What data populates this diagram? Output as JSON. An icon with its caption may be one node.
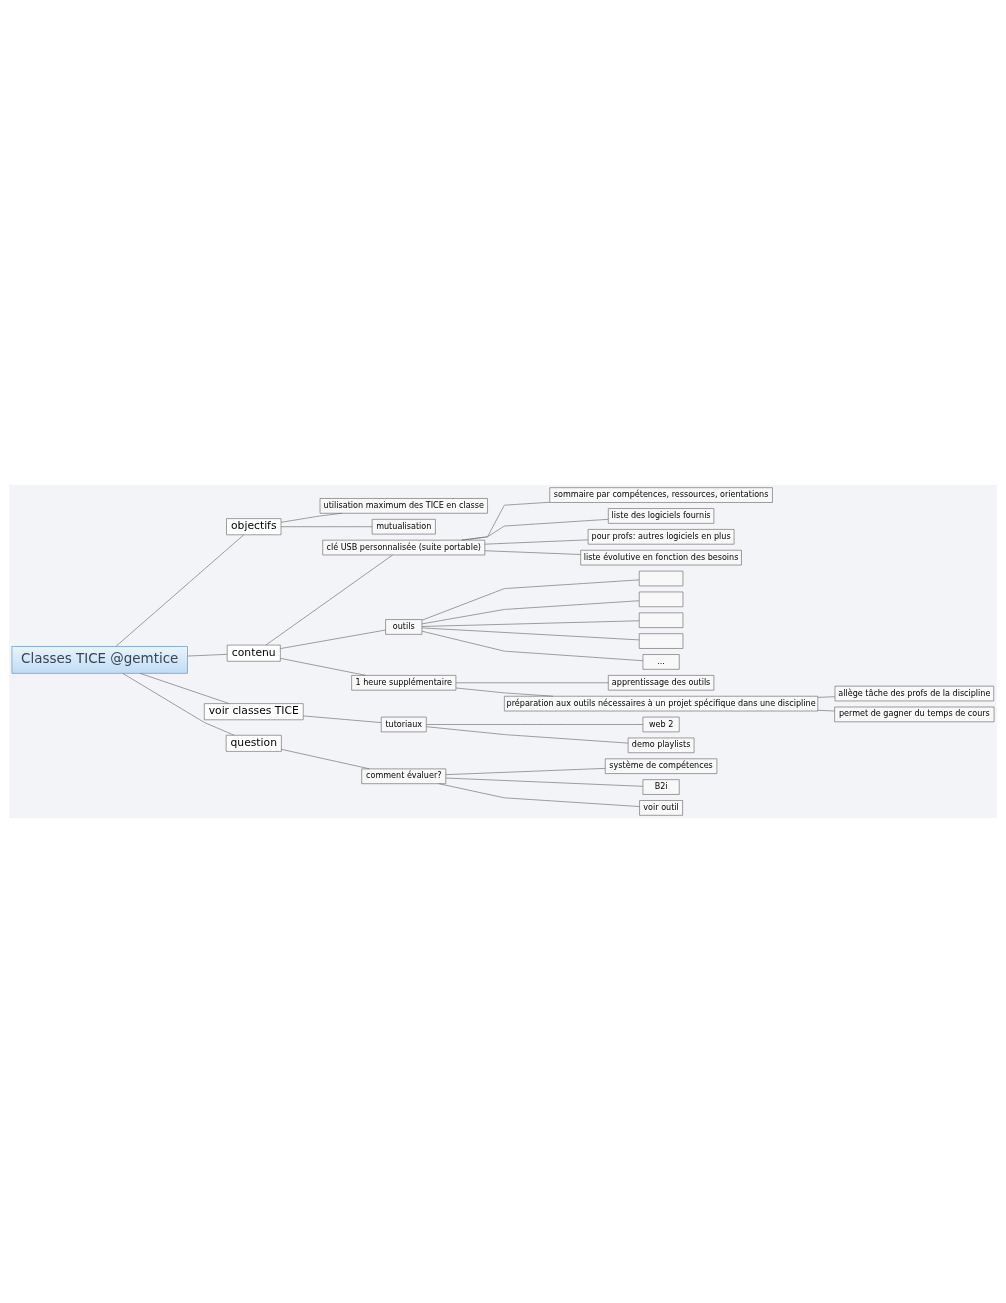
{
  "diagram": {
    "nodes": [
      {
        "text": [
          "Classes TICE @gemtice"
        ]
      },
      {
        "text": [
          "objectifs"
        ]
      },
      {
        "text": [
          "utilisation maximum des TICE en classe"
        ]
      },
      {
        "text": [
          "mutualisation"
        ]
      },
      {
        "text": [
          "contenu"
        ]
      },
      {
        "text": [
          "clé USB personnalisée (suite portable)"
        ]
      },
      {
        "text": [
          "sommaire par compétences, ressources, orientations"
        ]
      },
      {
        "text": [
          "liste des logiciels fournis"
        ]
      },
      {
        "text": [
          "pour profs: autres logiciels en plus"
        ]
      },
      {
        "text": [
          "liste évolutive en fonction des besoins"
        ]
      },
      {
        "text": [
          "outils"
        ]
      },
      {
        "text": [],
        "shape": "box"
      },
      {
        "text": [],
        "shape": "box"
      },
      {
        "text": [],
        "shape": "box"
      },
      {
        "text": [],
        "shape": "box"
      },
      {
        "text": [
          "..."
        ]
      },
      {
        "text": [
          "1 heure supplémentaire"
        ]
      },
      {
        "text": [
          "apprentissage des outils"
        ]
      },
      {
        "text": [
          "préparation aux outils nécessaires à un projet spécifique dans une discipline"
        ]
      },
      {
        "text": [
          "allège tâche des profs de la discipline"
        ]
      },
      {
        "text": [
          "permet de gagner du temps de cours"
        ]
      },
      {
        "text": [
          "voir classes TICE"
        ]
      },
      {
        "text": [
          "tutoriaux"
        ]
      },
      {
        "text": [
          "web 2"
        ]
      },
      {
        "text": [
          "demo playlists"
        ]
      },
      {
        "text": [
          "question"
        ]
      },
      {
        "text": [
          "comment évaluer?"
        ]
      },
      {
        "text": [
          "système de compétences"
        ]
      },
      {
        "text": [
          "B2i"
        ]
      },
      {
        "text": [
          "voir outil"
        ]
      }
    ],
    "edges": [
      {
        "from": 0,
        "to": 1,
        "arrow": "none"
      },
      {
        "from": 1,
        "to": 2,
        "arrow": "none"
      },
      {
        "from": 1,
        "to": 3,
        "arrow": "none"
      },
      {
        "from": 0,
        "to": 4,
        "arrow": "none"
      },
      {
        "from": 4,
        "to": 5,
        "arrow": "none"
      },
      {
        "from": 5,
        "to": 6,
        "arrow": "none"
      },
      {
        "from": 5,
        "to": 7,
        "arrow": "none"
      },
      {
        "from": 5,
        "to": 8,
        "arrow": "none"
      },
      {
        "from": 5,
        "to": 9,
        "arrow": "none"
      },
      {
        "from": 4,
        "to": 10,
        "arrow": "none"
      },
      {
        "from": 10,
        "to": 11,
        "arrow": "none"
      },
      {
        "from": 10,
        "to": 12,
        "arrow": "none"
      },
      {
        "from": 10,
        "to": 13,
        "arrow": "none"
      },
      {
        "from": 10,
        "to": 14,
        "arrow": "none"
      },
      {
        "from": 10,
        "to": 15,
        "arrow": "none"
      },
      {
        "from": 4,
        "to": 16,
        "arrow": "none"
      },
      {
        "from": 16,
        "to": 17,
        "arrow": "none"
      },
      {
        "from": 16,
        "to": 18,
        "arrow": "none"
      },
      {
        "from": 18,
        "to": 19,
        "arrow": "none"
      },
      {
        "from": 18,
        "to": 20,
        "arrow": "none"
      },
      {
        "from": 0,
        "to": 21,
        "arrow": "none"
      },
      {
        "from": 21,
        "to": 22,
        "arrow": "none"
      },
      {
        "from": 22,
        "to": 23,
        "arrow": "none"
      },
      {
        "from": 22,
        "to": 24,
        "arrow": "none"
      },
      {
        "from": 0,
        "to": 25,
        "arrow": "none"
      },
      {
        "from": 25,
        "to": 26,
        "arrow": "none"
      },
      {
        "from": 26,
        "to": 27,
        "arrow": "none"
      },
      {
        "from": 26,
        "to": 28,
        "arrow": "none"
      },
      {
        "from": 26,
        "to": 29,
        "arrow": "none"
      }
    ]
  }
}
